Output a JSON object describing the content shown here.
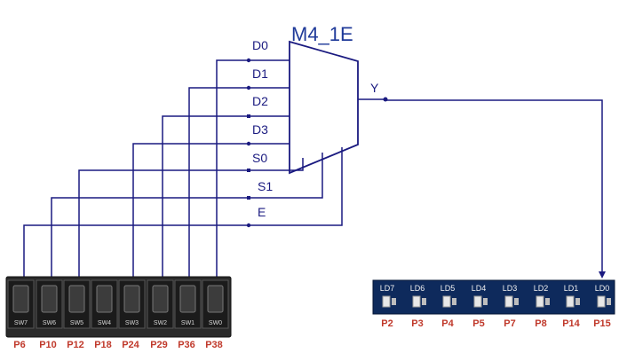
{
  "component": {
    "title": "M4_1E",
    "inputs": [
      "D0",
      "D1",
      "D2",
      "D3"
    ],
    "selects": [
      "S0",
      "S1"
    ],
    "enable": "E",
    "output": "Y"
  },
  "switches": [
    {
      "label": "SW7",
      "pin": "P6"
    },
    {
      "label": "SW6",
      "pin": "P10"
    },
    {
      "label": "SW5",
      "pin": "P12"
    },
    {
      "label": "SW4",
      "pin": "P18"
    },
    {
      "label": "SW3",
      "pin": "P24"
    },
    {
      "label": "SW2",
      "pin": "P29"
    },
    {
      "label": "SW1",
      "pin": "P36"
    },
    {
      "label": "SW0",
      "pin": "P38"
    }
  ],
  "leds": [
    {
      "label": "LD7",
      "pin": "P2"
    },
    {
      "label": "LD6",
      "pin": "P3"
    },
    {
      "label": "LD5",
      "pin": "P4"
    },
    {
      "label": "LD4",
      "pin": "P5"
    },
    {
      "label": "LD3",
      "pin": "P7"
    },
    {
      "label": "LD2",
      "pin": "P8"
    },
    {
      "label": "LD1",
      "pin": "P14"
    },
    {
      "label": "LD0",
      "pin": "P15"
    }
  ],
  "colors": {
    "wire": "#1a1a80",
    "pin_label": "#c0392b",
    "board": "#0e2a5c"
  }
}
